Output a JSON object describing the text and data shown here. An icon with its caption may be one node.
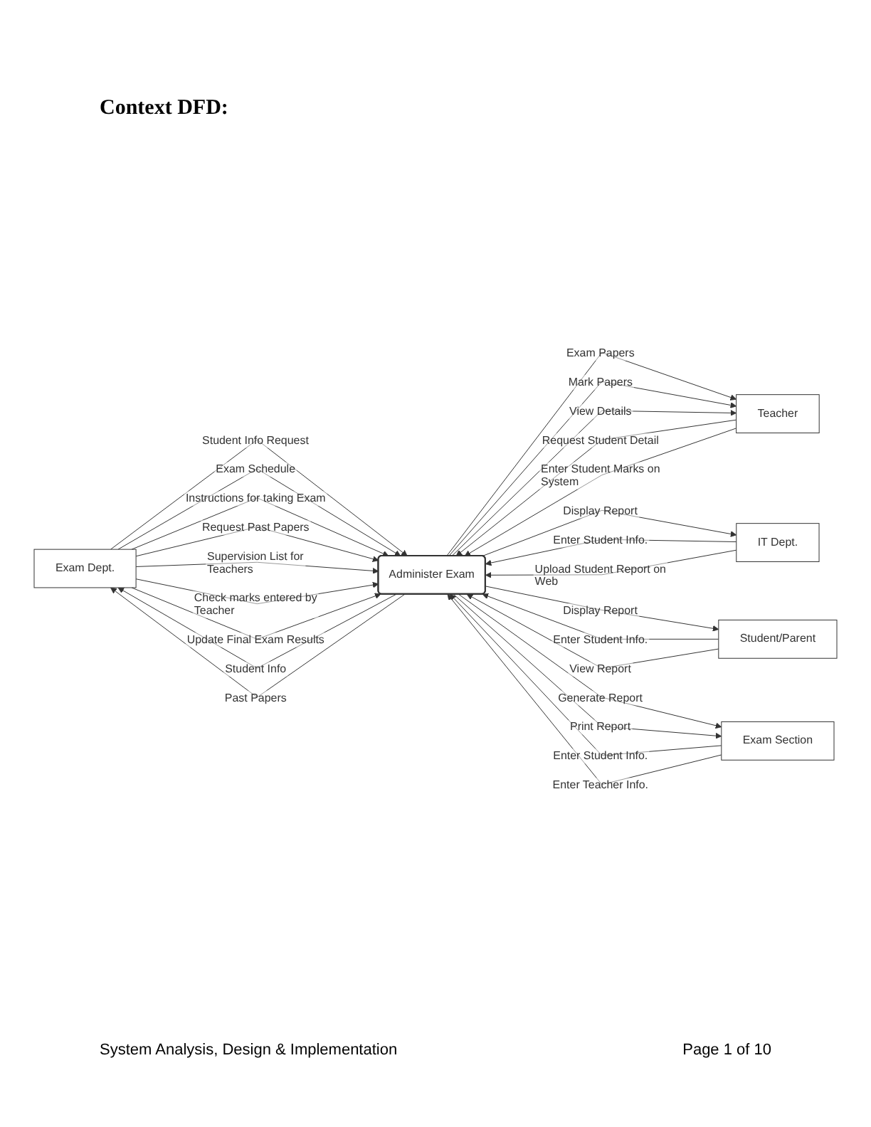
{
  "diagram": {
    "title": "Context DFD:",
    "nodes": [
      {
        "text": [
          "Exam Dept."
        ]
      },
      {
        "text": [
          "Administer Exam"
        ]
      },
      {
        "text": [
          "Teacher"
        ]
      },
      {
        "text": [
          "Student/Parent"
        ]
      },
      {
        "text": [
          "IT Dept."
        ]
      },
      {
        "text": [
          "Exam Section"
        ]
      }
    ],
    "edges": [
      {
        "from": 0,
        "to": 1,
        "arrow": "to",
        "label": "Student Info Request"
      },
      {
        "from": 1,
        "to": 0,
        "arrow": "to",
        "label": "Student Info"
      },
      {
        "from": 0,
        "to": 1,
        "arrow": "to",
        "label": "Exam Schedule"
      },
      {
        "from": 0,
        "to": 1,
        "arrow": "to",
        "label": "Instructions for taking Exam"
      },
      {
        "from": 0,
        "to": 1,
        "arrow": "to",
        "label": "Request Past Papers"
      },
      {
        "from": 1,
        "to": 0,
        "arrow": "to",
        "label": "Past Papers"
      },
      {
        "from": 0,
        "to": 1,
        "arrow": "to",
        "label": "Supervision List for Teachers"
      },
      {
        "from": 0,
        "to": 1,
        "arrow": "to",
        "label": "Check marks entered by Teacher"
      },
      {
        "from": 0,
        "to": 1,
        "arrow": "to",
        "label": "Update Final Exam Results"
      },
      {
        "from": 1,
        "to": 2,
        "arrow": "to",
        "label": "Exam Papers"
      },
      {
        "from": 1,
        "to": 2,
        "arrow": "to",
        "label": "Mark Papers"
      },
      {
        "from": 2,
        "to": 1,
        "arrow": "to",
        "label": "Request Student Detail"
      },
      {
        "from": 1,
        "to": 2,
        "arrow": "to",
        "label": "View Details"
      },
      {
        "from": 2,
        "to": 1,
        "arrow": "to",
        "label": "Enter Student Marks on System"
      },
      {
        "from": 4,
        "to": 1,
        "arrow": "to",
        "label": "Enter Student Info."
      },
      {
        "from": 4,
        "to": 1,
        "arrow": "to",
        "label": "Upload Student Report on Web"
      },
      {
        "from": 1,
        "to": 4,
        "arrow": "to",
        "label": "Display Report"
      },
      {
        "from": 3,
        "to": 1,
        "arrow": "to",
        "label": "Enter Student Info."
      },
      {
        "from": 1,
        "to": 3,
        "arrow": "to",
        "label": "Display Report"
      },
      {
        "from": 3,
        "to": 1,
        "arrow": "to",
        "label": "View Report"
      },
      {
        "from": 5,
        "to": 1,
        "arrow": "to",
        "label": "Enter Student Info."
      },
      {
        "from": 5,
        "to": 1,
        "arrow": "to",
        "label": "Enter Teacher Info."
      },
      {
        "from": 1,
        "to": 5,
        "arrow": "to",
        "label": "Generate Report"
      },
      {
        "from": 1,
        "to": 5,
        "arrow": "to",
        "label": "Print Report"
      }
    ],
    "labels": [
      "System Analysis, Design & Implementation",
      "Page 1 of 10"
    ]
  }
}
